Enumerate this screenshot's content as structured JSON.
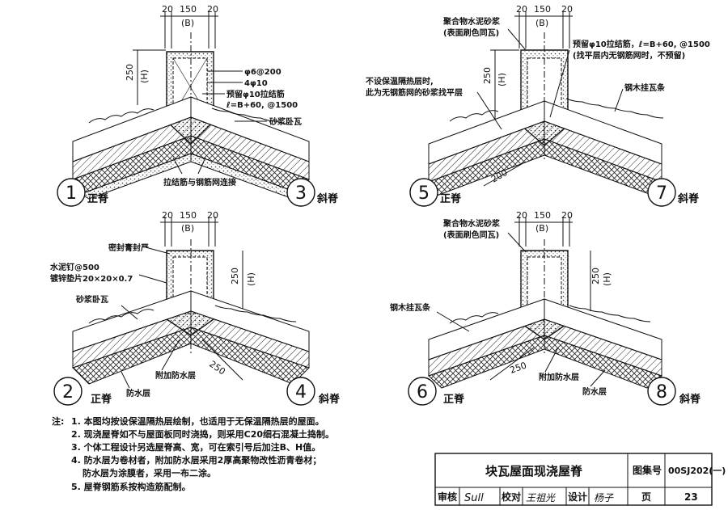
{
  "drawing": {
    "top_left": {
      "dims": [
        "20",
        "150",
        "20"
      ],
      "dim_b": "(B)",
      "dim_h_value": "250",
      "dim_h_label": "(H)",
      "labels": [
        "φ6@200",
        "4φ10",
        "预留φ10拉结筋",
        "ℓ=B+60, @1500",
        "砂浆卧瓦",
        "拉结筋与钢筋网连接"
      ],
      "num_left": "1",
      "name_left": "正脊",
      "num_right": "3",
      "name_right": "斜脊"
    },
    "top_right": {
      "dims": [
        "20",
        "150",
        "20"
      ],
      "dim_b": "(B)",
      "dim_h_value": "250",
      "dim_h_label": "(H)",
      "dim_200": "200",
      "labels": [
        "聚合物水泥砂浆",
        "(表面刷色同瓦)",
        "预留φ10拉结筋，ℓ=B+60, @1500",
        "(找平层内无钢筋网时，不预留)",
        "不设保温隔热层时,",
        "此为无钢筋网的砂浆找平层",
        "钢木挂瓦条"
      ],
      "num_left": "5",
      "name_left": "正脊",
      "num_right": "7",
      "name_right": "斜脊"
    },
    "bottom_left": {
      "dims": [
        "20",
        "150",
        "20"
      ],
      "dim_b": "(B)",
      "dim_h_value": "250",
      "dim_h_label": "(H)",
      "dim_250": "250",
      "labels": [
        "密封膏封严",
        "水泥钉@500",
        "镀锌垫片20×20×0.7",
        "砂浆卧瓦",
        "附加防水层",
        "防水层"
      ],
      "num_left": "2",
      "name_left": "正脊",
      "num_right": "4",
      "name_right": "斜脊"
    },
    "bottom_right": {
      "dims": [
        "20",
        "150",
        "20"
      ],
      "dim_b": "(B)",
      "dim_h_value": "250",
      "dim_h_label": "(H)",
      "dim_250": "250",
      "labels": [
        "聚合物水泥砂浆",
        "(表面刷色同瓦)",
        "钢木挂瓦条",
        "附加防水层",
        "防水层"
      ],
      "num_left": "6",
      "name_left": "正脊",
      "num_right": "8",
      "name_right": "斜脊"
    }
  },
  "notes": {
    "prefix": "注:",
    "items": [
      "1. 本图均按设保温隔热层绘制，也适用于无保温隔热层的屋面。",
      "2. 现浇屋脊如不与屋面板同时浇捣，则采用C20细石混凝土捣制。",
      "3. 个体工程设计另选屋脊高、宽，可在索引号后加注B、H值。",
      "4. 防水层为卷材者，附加防水层采用2厚高聚物改性沥青卷材；",
      "防水层为涂膜者，采用一布二涂。",
      "5. 屋脊钢筋系按构造筋配制。"
    ]
  },
  "title_block": {
    "title": "块瓦屋面现浇屋脊",
    "atlas_label": "图集号",
    "atlas_no": "00SJ202(一)",
    "review_label": "审核",
    "review_sig": "Sull",
    "check_label": "校对",
    "check_sig": "王祖光",
    "design_label": "设计",
    "design_sig": "杨子",
    "page_label": "页",
    "page_no": "23"
  }
}
